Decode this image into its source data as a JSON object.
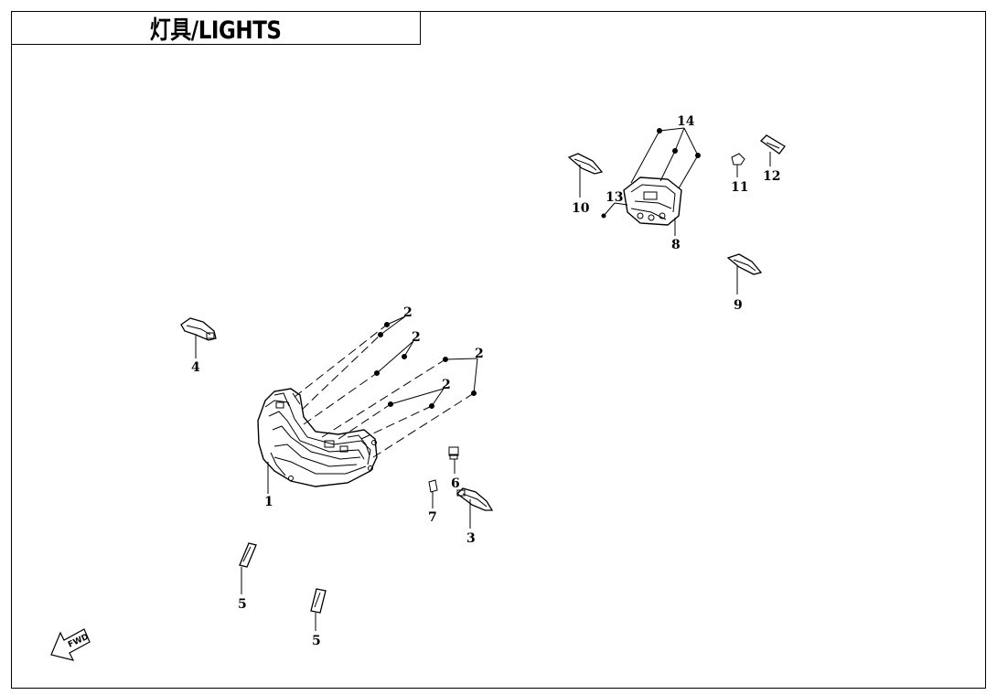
{
  "title": "灯具/LIGHTS",
  "callouts": [
    {
      "id": "c1",
      "text": "1"
    },
    {
      "id": "c2a",
      "text": "2"
    },
    {
      "id": "c2b",
      "text": "2"
    },
    {
      "id": "c2c",
      "text": "2"
    },
    {
      "id": "c2d",
      "text": "2"
    },
    {
      "id": "c3",
      "text": "3"
    },
    {
      "id": "c4",
      "text": "4"
    },
    {
      "id": "c5a",
      "text": "5"
    },
    {
      "id": "c5b",
      "text": "5"
    },
    {
      "id": "c6",
      "text": "6"
    },
    {
      "id": "c7",
      "text": "7"
    },
    {
      "id": "c8",
      "text": "8"
    },
    {
      "id": "c9",
      "text": "9"
    },
    {
      "id": "c10",
      "text": "10"
    },
    {
      "id": "c11",
      "text": "11"
    },
    {
      "id": "c12",
      "text": "12"
    },
    {
      "id": "c13",
      "text": "13"
    },
    {
      "id": "c14",
      "text": "14"
    }
  ],
  "fwd_label": "FWD",
  "icons": {
    "headlight": "headlight-assembly-icon",
    "taillight": "taillight-assembly-icon",
    "turn_signal": "turn-signal-icon",
    "reflector": "reflector-icon",
    "fwd_arrow": "forward-arrow-icon"
  }
}
